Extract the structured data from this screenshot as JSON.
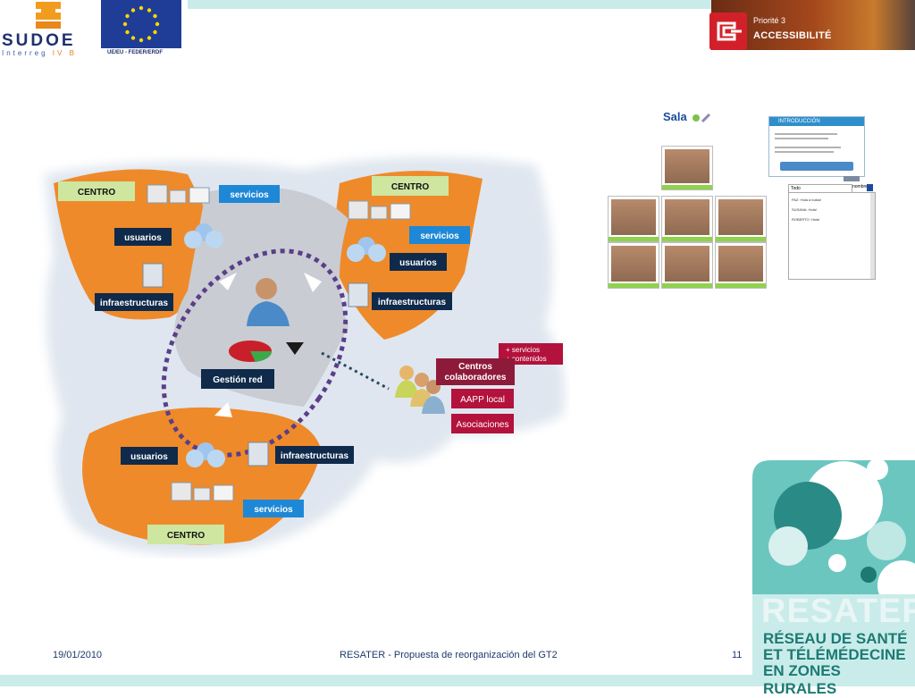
{
  "header": {
    "sudoe": {
      "word": "SUDOE",
      "sub_a": "Interreg ",
      "sub_b": "IV B"
    },
    "eu_caption": "UE/EU - FEDER/ERDF",
    "priority": {
      "line1": "Priorité 3",
      "line2": "ACCESSIBILITÉ"
    }
  },
  "map": {
    "centro_top_left": "CENTRO",
    "centro_top_right": "CENTRO",
    "centro_bottom": "CENTRO",
    "servicios_1": "servicios",
    "servicios_2": "servicios",
    "servicios_3": "servicios",
    "usuarios_1": "usuarios",
    "usuarios_2": "usuarios",
    "usuarios_3": "usuarios",
    "infra_1": "infraestructuras",
    "infra_2": "infraestructuras",
    "infra_3": "infraestructuras",
    "gestion": "Gestión red",
    "plus_servicios": "+ servicios",
    "plus_contenidos": "+ contenidos",
    "centros_line1": "Centros",
    "centros_line2": "colaboradores",
    "aapp": "AAPP local",
    "asociaciones": "Asociaciones"
  },
  "conference": {
    "sala": "Sala",
    "intro_header": "INTRODUCCIÓN",
    "chat_input": "Todo",
    "chat_label": "nombre",
    "chat_messages": [
      "PAZ: Hola a todos!",
      "SUSANA: Hola!",
      "ROBERTO: Hola!"
    ]
  },
  "footer": {
    "date": "19/01/2010",
    "title": "RESATER - Propuesta de reorganización del GT2",
    "page": "11"
  },
  "resater": {
    "title": "RESATER",
    "line1": "RÉSEAU DE SANTÉ",
    "line2": "ET TÉLÉMÉDECINE",
    "line3": "EN ZONES RURALES"
  },
  "colors": {
    "accent_teal": "#c9ecea",
    "map_orange": "#ef8a2a",
    "navy_label": "#0f2a4a",
    "blue_label": "#1e88d6",
    "green_label": "#cfe6a0",
    "crimson_label": "#b3123c"
  }
}
